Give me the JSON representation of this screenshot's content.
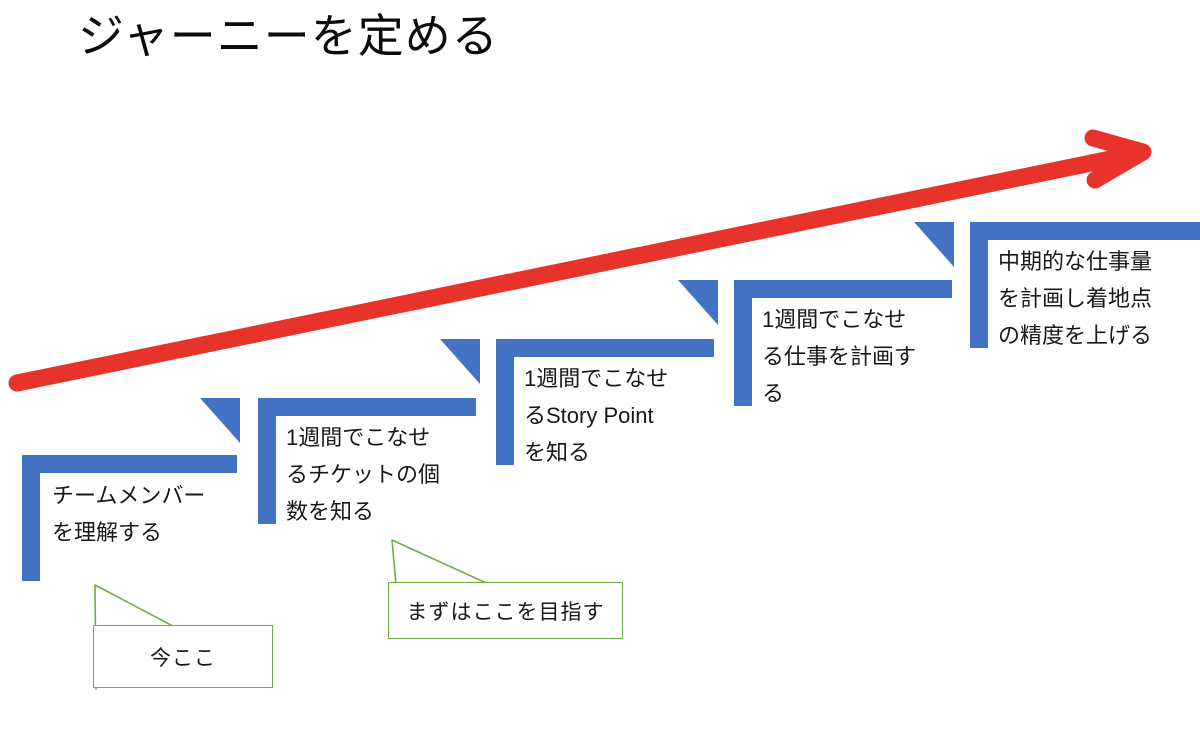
{
  "title": "ジャーニーを定める",
  "colors": {
    "step_blue": "#4472C4",
    "arrow_red": "#E8332B",
    "callout_green": "#70AD47",
    "text": "#181818",
    "background": "#FFFFFF"
  },
  "arrow": {
    "name": "growth-arrow",
    "direction": "up-right",
    "color": "#E8332B",
    "start": "(15, 382)",
    "end": "(1145, 150)"
  },
  "steps": [
    {
      "index": 1,
      "label": "チームメンバー\nを理解する",
      "lines": [
        "チームメンバー",
        "を理解する"
      ]
    },
    {
      "index": 2,
      "label": "1週間でこなせ\nるチケットの個\n数を知る",
      "lines": [
        "1週間でこなせ",
        "るチケットの個",
        "数を知る"
      ]
    },
    {
      "index": 3,
      "label": "1週間でこなせ\nるStory Point\nを知る",
      "lines": [
        "1週間でこなせ",
        "るStory Point",
        "を知る"
      ]
    },
    {
      "index": 4,
      "label": "1週間でこなせ\nる仕事を計画す\nる",
      "lines": [
        "1週間でこなせ",
        "る仕事を計画す",
        "る"
      ]
    },
    {
      "index": 5,
      "label": "中期的な仕事量\nを計画し着地点\nの精度を上げる",
      "lines": [
        "中期的な仕事量",
        "を計画し着地点",
        "の精度を上げる"
      ]
    }
  ],
  "callouts": [
    {
      "id": "now-here",
      "text": "今ここ",
      "points_to_step": 1
    },
    {
      "id": "first-target",
      "text": "まずはここを目指す",
      "points_to_step": 2
    }
  ]
}
